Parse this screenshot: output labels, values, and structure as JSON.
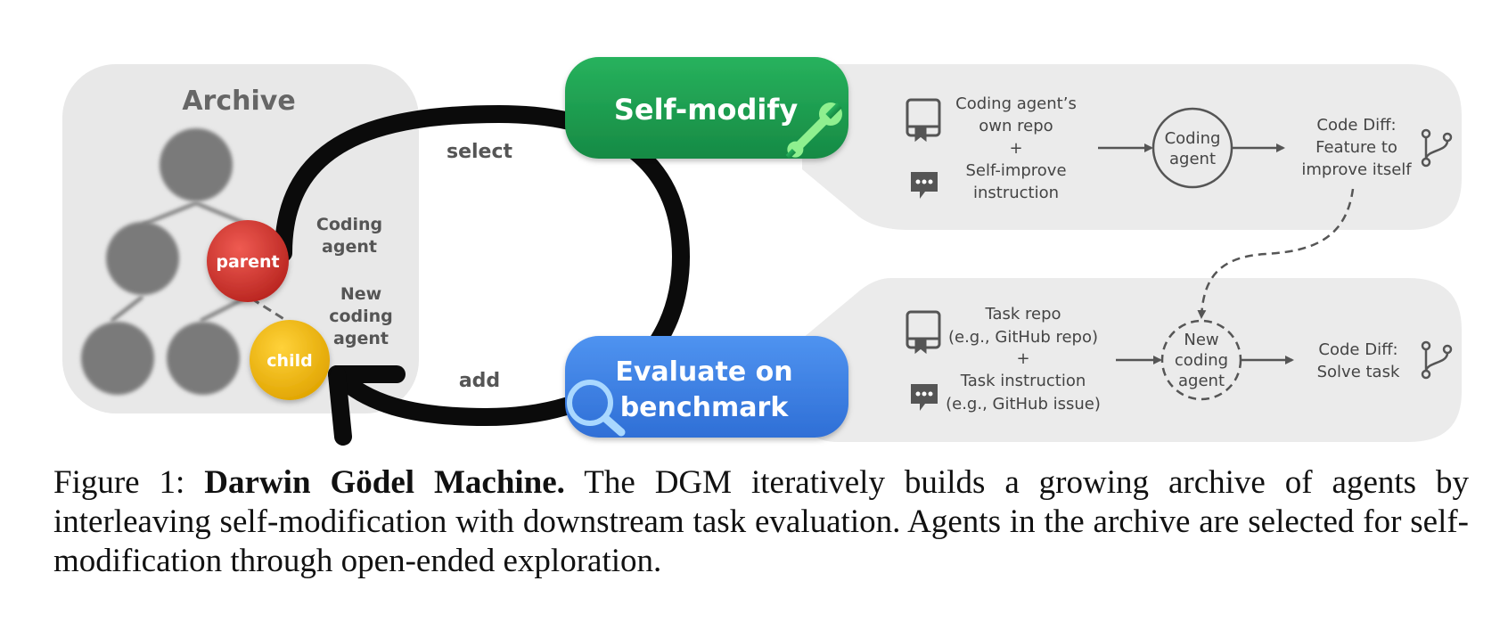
{
  "figure": {
    "archive": {
      "title": "Archive",
      "parent_label": "parent",
      "child_label": "child"
    },
    "loop": {
      "select_label": "select",
      "add_label": "add",
      "coding_agent_label_1": "Coding",
      "coding_agent_label_2": "agent",
      "new_agent_label_1": "New",
      "new_agent_label_2": "coding",
      "new_agent_label_3": "agent"
    },
    "self_modify_button": "Self-modify",
    "evaluate_button_1": "Evaluate on",
    "evaluate_button_2": "benchmark",
    "self_modify_flow": {
      "input_1_line1": "Coding agent’s",
      "input_1_line2": "own repo",
      "plus": "+",
      "input_2_line1": "Self-improve",
      "input_2_line2": "instruction",
      "node_line1": "Coding",
      "node_line2": "agent",
      "output_line1": "Code Diff:",
      "output_line2": "Feature to",
      "output_line3": "improve itself"
    },
    "evaluate_flow": {
      "input_1_line1": "Task repo",
      "input_1_line2": "(e.g., GitHub repo)",
      "plus": "+",
      "input_2_line1": "Task instruction",
      "input_2_line2": "(e.g., GitHub issue)",
      "node_line1": "New",
      "node_line2": "coding",
      "node_line3": "agent",
      "output_line1": "Code Diff:",
      "output_line2": "Solve task"
    },
    "icons": [
      "repo-icon",
      "comment-icon",
      "git-branch-icon",
      "wrench-icon",
      "magnifier-icon"
    ],
    "colors": {
      "self_modify_green": "#1e9a4f",
      "evaluate_blue": "#3b7fe0",
      "parent_red": "#d6322c",
      "child_yellow": "#f2b90f",
      "archive_gray": "#7a7a7a",
      "panel_gray": "#eaeaea"
    }
  },
  "caption": {
    "label": "Figure 1:",
    "title": "Darwin Gödel Machine.",
    "text": "The DGM iteratively builds a growing archive of agents by interleaving self-modification with downstream task evaluation. Agents in the archive are selected for self-modification through open-ended exploration."
  }
}
